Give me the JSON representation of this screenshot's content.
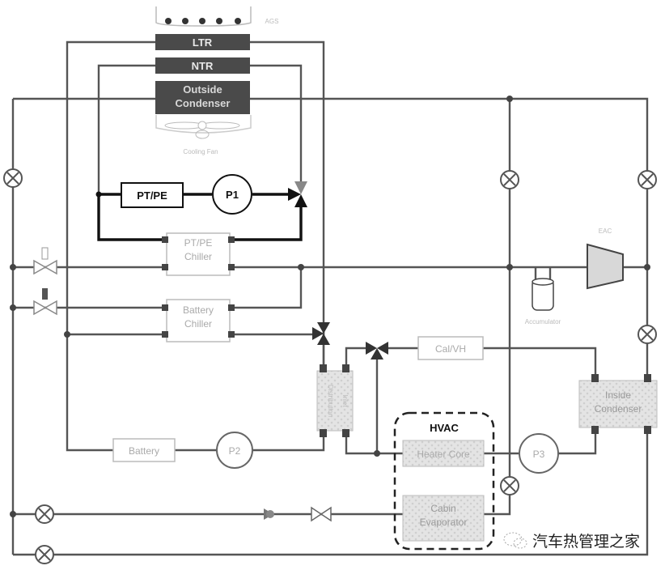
{
  "diagram": {
    "title": "EV thermal management system schematic",
    "front_module": {
      "grille_label": "AGS",
      "heat_exchangers": [
        "LTR",
        "NTR",
        "Outside Condenser"
      ],
      "fan_label": "Cooling Fan"
    },
    "components": {
      "pt_pe": "PT/PE",
      "pump1": "P1",
      "pt_pe_chiller": "PT/PE Chiller",
      "battery_chiller": "Battery Chiller",
      "battery": "Battery",
      "pump2": "P2",
      "pump3": "P3",
      "heat_exchanger_vertical": "Inlet",
      "heat_exchanger_vertical_left": "Distribution",
      "cabin_heater": "Cal/VH",
      "compressor": "EAC",
      "accumulator": "Accumulator",
      "inside_condenser": "Inside Condenser",
      "hvac_group": "HVAC",
      "heater_core": "Heater Core",
      "cabin_evaporator": "Cabin Evaporator"
    },
    "legend_colors": {
      "coolant_loop_bold": "#111111",
      "pipe": "#555555",
      "front_hx": "#4a4a4a",
      "hvac_fill": "#d9d9d9"
    },
    "watermark": "汽车热管理之家"
  }
}
